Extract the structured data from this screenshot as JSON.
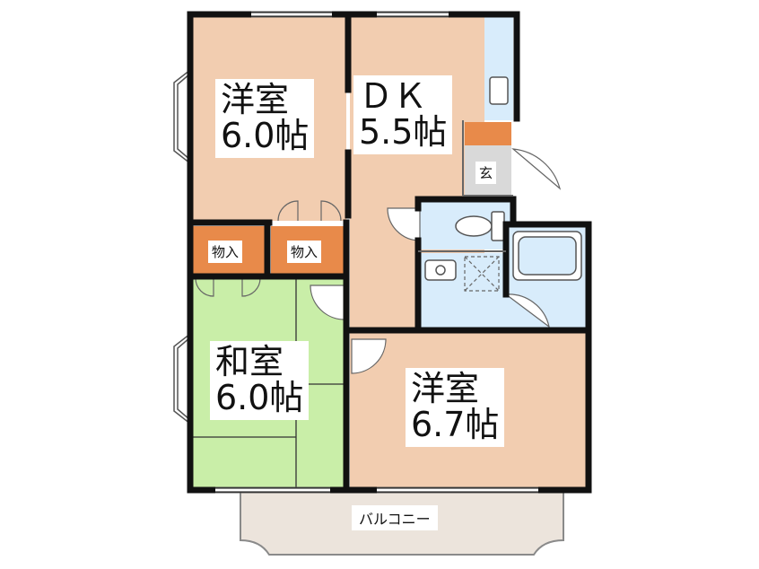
{
  "colors": {
    "wall": "#111111",
    "western_room": "#f2cdb0",
    "japanese_room": "#c9eea8",
    "dk": "#f2cdb0",
    "water": "#d8ecfb",
    "storage_frame": "#e88a4a",
    "entrance": "#d9d9d9",
    "balcony": "#ece4dc"
  },
  "rooms": {
    "western_1": {
      "name": "洋室",
      "size": "6.0帖"
    },
    "dk": {
      "name": "ＤＫ",
      "size": "5.5帖"
    },
    "japanese": {
      "name": "和室",
      "size": "6.0帖"
    },
    "western_2": {
      "name": "洋室",
      "size": "6.7帖"
    }
  },
  "labels": {
    "entrance": "玄",
    "closet_left": "物入",
    "closet_right": "物入",
    "balcony": "バルコニー"
  }
}
